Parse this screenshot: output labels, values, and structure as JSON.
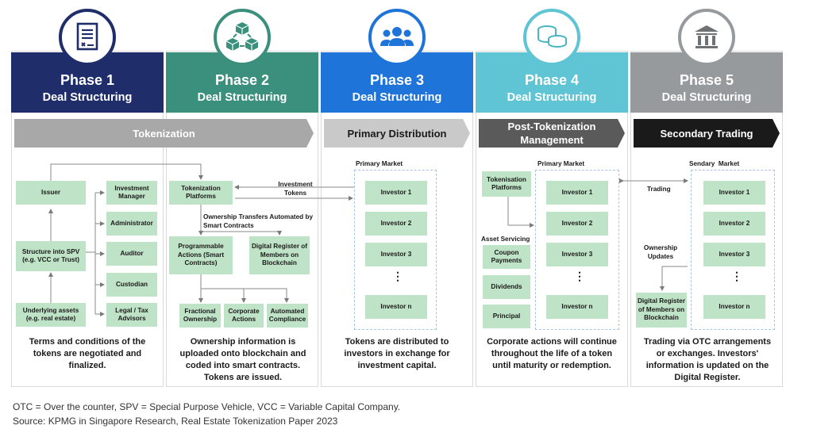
{
  "colors": {
    "phase1": "#1f2d6b",
    "phase2": "#3a8f7d",
    "phase3": "#1f74d9",
    "phase4": "#5fc4d4",
    "phase5": "#969a9c",
    "box_green": "#bfe3c6"
  },
  "phases": [
    {
      "title": "Phase 1",
      "subtitle": "Deal Structuring",
      "icon": "document-icon"
    },
    {
      "title": "Phase 2",
      "subtitle": "Deal Structuring",
      "icon": "network-cubes-icon"
    },
    {
      "title": "Phase 3",
      "subtitle": "Deal Structuring",
      "icon": "people-group-icon"
    },
    {
      "title": "Phase 4",
      "subtitle": "Deal Structuring",
      "icon": "coins-icon"
    },
    {
      "title": "Phase 5",
      "subtitle": "Deal Structuring",
      "icon": "bank-building-icon"
    }
  ],
  "banners": {
    "tokenization": "Tokenization",
    "primary": "Primary Distribution",
    "post": "Post-Tokenization Management",
    "secondary": "Secondary Trading"
  },
  "phase1": {
    "issuer": "Issuer",
    "spv": "Structure into SPV (e.g. VCC or Trust)",
    "assets": "Underlying assets (e.g. real estate)",
    "roles": [
      "Investment Manager",
      "Administrator",
      "Auditor",
      "Custodian",
      "Legal / Tax Advisors"
    ],
    "desc": "Terms and conditions of the tokens are negotiated and finalized."
  },
  "phase2": {
    "platforms": "Tokenization Platforms",
    "investment_tokens": "Investment Tokens",
    "ownership_transfers": "Ownership Transfers Automated by Smart Contracts",
    "programmable": "Programmable Actions (Smart Contracts)",
    "register": "Digital Register of Members on Blockchain",
    "fractional": "Fractional Ownership",
    "corporate": "Corporate Actions",
    "automated": "Automated Compliance",
    "desc": "Ownership information is uploaded onto blockchain and coded into smart contracts. Tokens are issued."
  },
  "phase3": {
    "market": "Primary Market",
    "investors": [
      "Investor 1",
      "Investor 2",
      "Investor 3",
      "Investor n"
    ],
    "dots": "⋮",
    "desc": "Tokens are distributed to investors in exchange for investment capital."
  },
  "phase4": {
    "market": "Primary Market",
    "platforms": "Tokenisation Platforms",
    "asset_servicing": "Asset Servicing",
    "services": [
      "Coupon Payments",
      "Dividends",
      "Principal"
    ],
    "investors": [
      "Investor 1",
      "Investor 2",
      "Investor 3",
      "Investor n"
    ],
    "dots": "⋮",
    "desc": "Corporate actions will continue throughout the life of a token until maturity or redemption."
  },
  "phase5": {
    "market": "Sendary  Market",
    "trading": "Trading",
    "ownership_updates": "Ownership Updates",
    "register": "Digital Register of Members on Blockchain",
    "investors": [
      "Investor 1",
      "Investor 2",
      "Investor 3",
      "Investor n"
    ],
    "dots": "⋮",
    "desc": "Trading via OTC arrangements or exchanges. Investors' information is updated on the Digital Register."
  },
  "footer": {
    "abbrev": "OTC = Over the counter, SPV = Special Purpose Vehicle, VCC = Variable Capital Company.",
    "source": "Source: KPMG in Singapore Research, Real Estate Tokenization Paper 2023"
  }
}
